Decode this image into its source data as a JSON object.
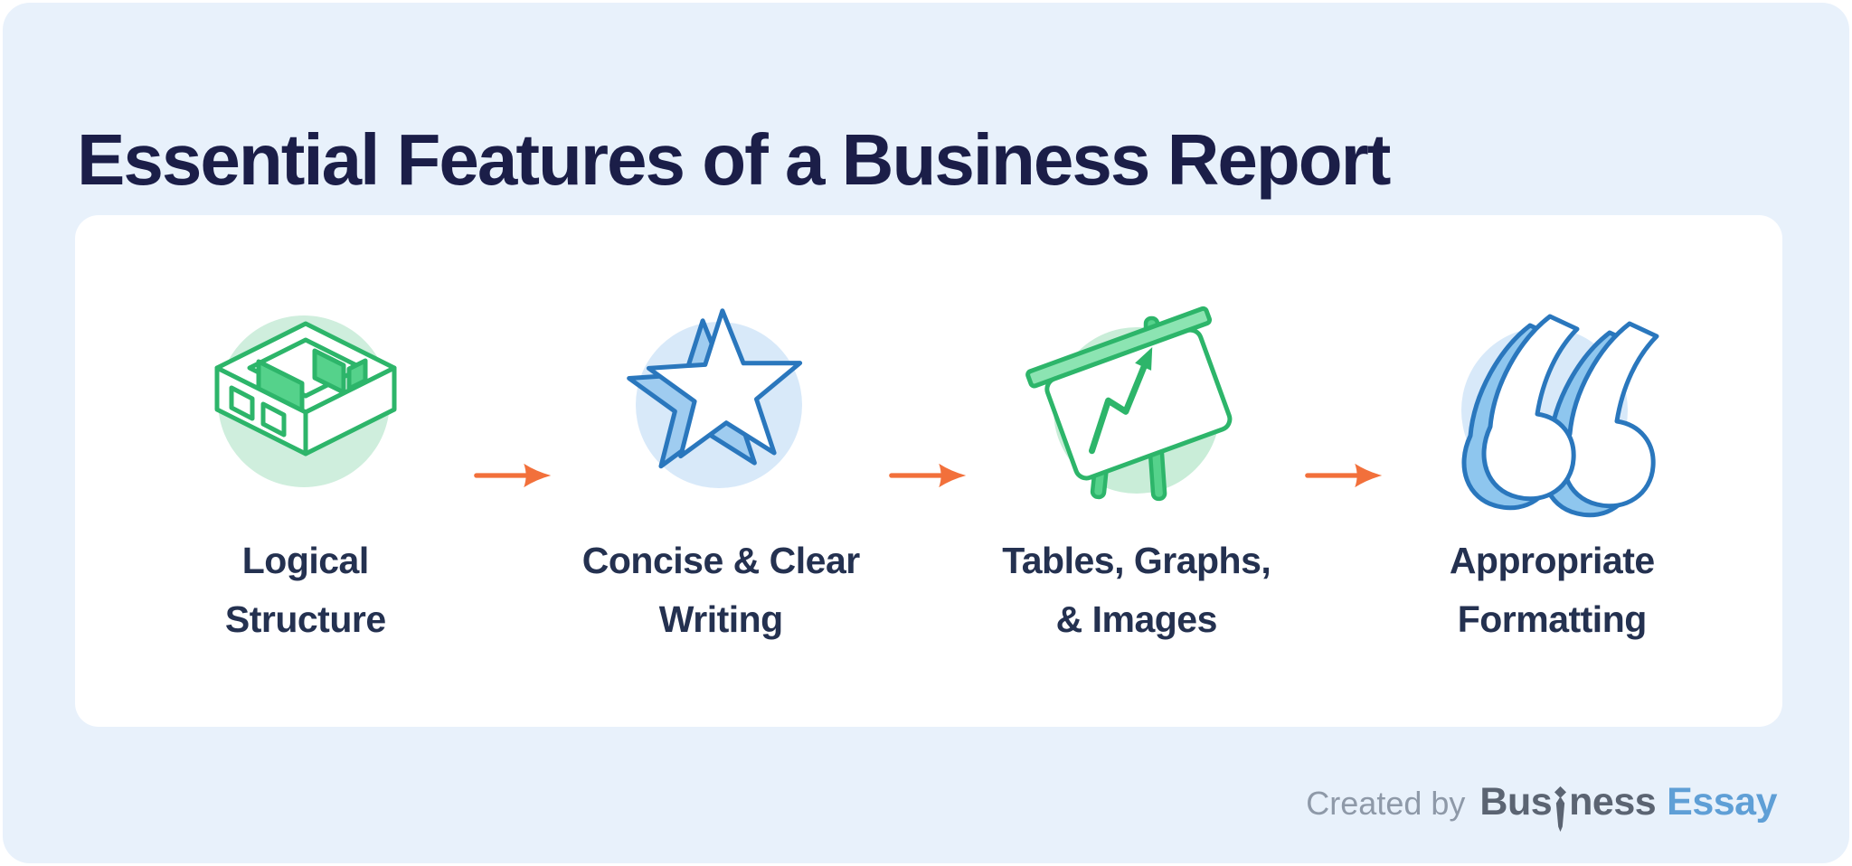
{
  "page": {
    "title": "Essential Features of a Business Report",
    "colors": {
      "panel_background": "#e8f1fb",
      "card_background": "#ffffff",
      "title_text": "#1b1e48",
      "label_text": "#243150",
      "arrow_orange": "#f2703b",
      "icon_green_stroke": "#2db56a",
      "icon_green_fill": "#55d28b",
      "icon_green_circle": "#cfeedd",
      "icon_blue_stroke": "#2a77bd",
      "icon_blue_fill": "#8ec6ee",
      "icon_blue_circle": "#d8e9f9",
      "footer_gray": "#8e99a8",
      "brand_dark": "#5b6472",
      "brand_blue": "#5f9fd6"
    }
  },
  "features": [
    {
      "icon": "floor-plan-icon",
      "label": "Logical\nStructure"
    },
    {
      "icon": "star-icon",
      "label": "Concise & Clear\nWriting"
    },
    {
      "icon": "presentation-chart-icon",
      "label": "Tables, Graphs,\n& Images"
    },
    {
      "icon": "quotation-marks-icon",
      "label": "Appropriate\nFormatting"
    }
  ],
  "footer": {
    "created_by": "Created by",
    "brand_part1": "Bus",
    "brand_part2": "ness",
    "brand_part3": "Essay"
  }
}
